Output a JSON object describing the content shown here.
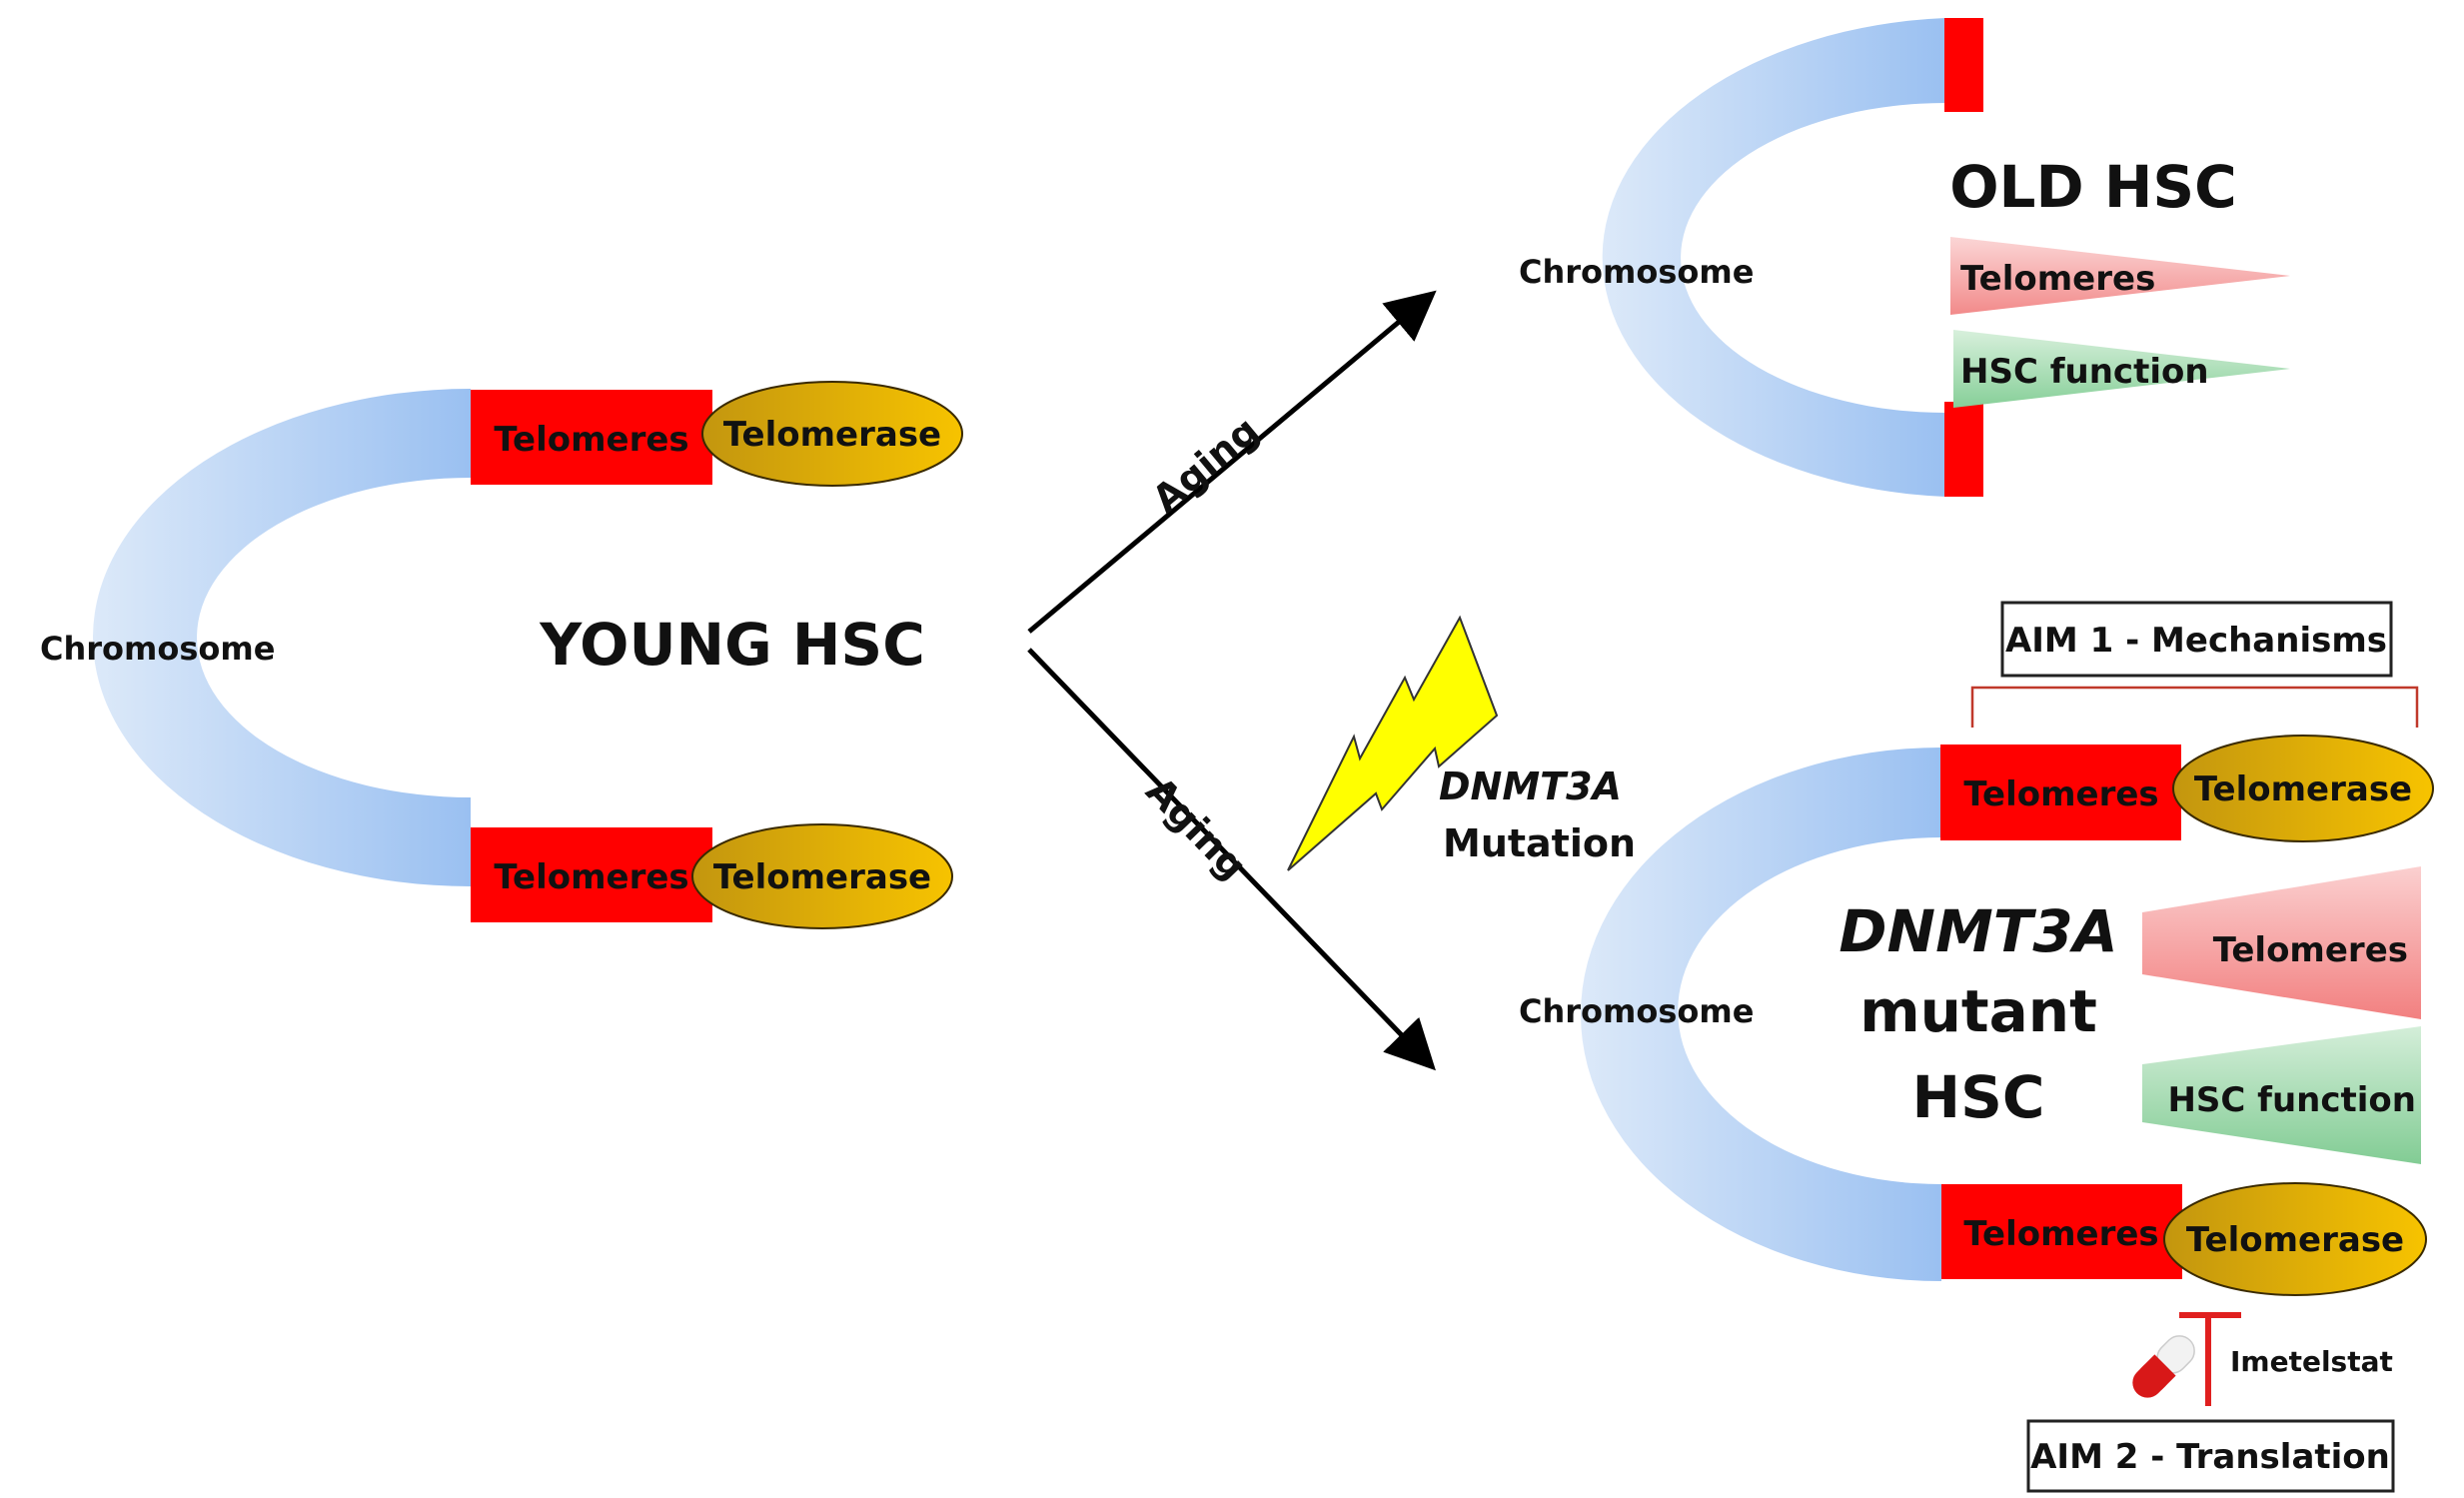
{
  "colors": {
    "chromosome_light": "#dbe8f8",
    "chromosome_dark": "#97bdf0",
    "telomere_red": "#ff0000",
    "telomerase_gold_dark": "#c89a12",
    "telomerase_gold_light": "#f5bf00",
    "wedge_red": "#f49090",
    "wedge_green": "#8fd3a0",
    "lightning_yellow": "#ffff00",
    "inhibitor_red": "#e0201f",
    "bracket_red": "#c0392b"
  },
  "young": {
    "title": "YOUNG HSC",
    "chromosome_label": "Chromosome",
    "telomeres_top": "Telomeres",
    "telomerase_top": "Telomerase",
    "telomeres_bottom": "Telomeres",
    "telomerase_bottom": "Telomerase"
  },
  "transitions": {
    "aging_upper": "Aging",
    "aging_lower": "Aging",
    "mutation_gene": "DNMT3A",
    "mutation_label": "Mutation"
  },
  "old": {
    "title": "OLD HSC",
    "chromosome_label": "Chromosome",
    "telomeres_trend": "Telomeres",
    "function_trend": "HSC function"
  },
  "mutant": {
    "title_gene": "DNMT3A",
    "title_line2": "mutant",
    "title_line3": "HSC",
    "chromosome_label": "Chromosome",
    "telomeres_top": "Telomeres",
    "telomerase_top": "Telomerase",
    "telomeres_bottom": "Telomeres",
    "telomerase_bottom": "Telomerase",
    "telomeres_trend": "Telomeres",
    "function_trend": "HSC function"
  },
  "aims": {
    "aim1": "AIM 1 - Mechanisms",
    "aim2": "AIM 2 - Translation",
    "drug": "Imetelstat"
  }
}
